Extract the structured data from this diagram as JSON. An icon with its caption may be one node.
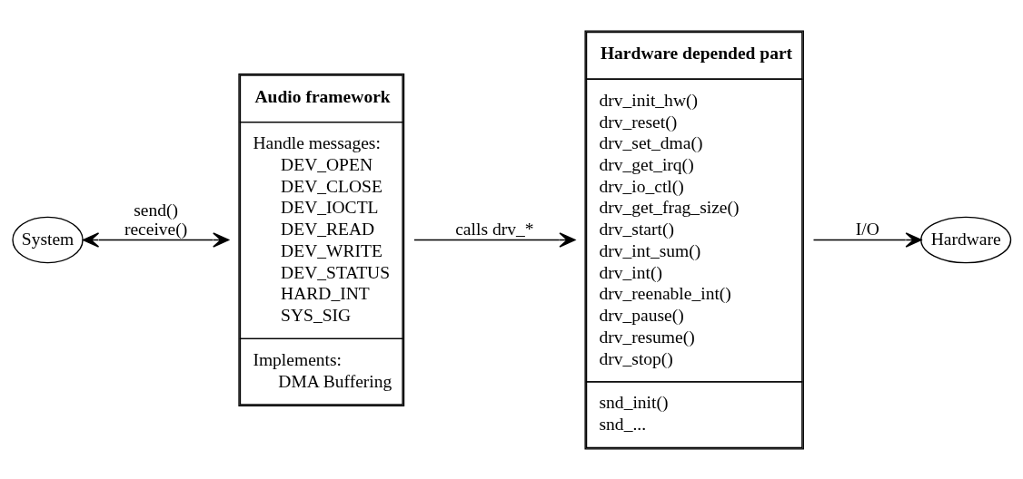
{
  "diagram": {
    "nodes": [
      {
        "text": [
          "System"
        ]
      },
      {
        "text": [
          "Audio framework",
          "Handle messages:",
          "DEV_OPEN",
          "DEV_CLOSE",
          "DEV_IOCTL",
          "DEV_READ",
          "DEV_WRITE",
          "DEV_STATUS",
          "HARD_INT",
          "SYS_SIG",
          "Implements:",
          "DMA Buffering"
        ]
      },
      {
        "text": [
          "Hardware depended part",
          "drv_init_hw()",
          "drv_reset()",
          "drv_set_dma()",
          "drv_get_irq()",
          "drv_io_ctl()",
          "drv_get_frag_size()",
          "drv_start()",
          "drv_int_sum()",
          "drv_int()",
          "drv_reenable_int()",
          "drv_pause()",
          "drv_resume()",
          "drv_stop()",
          "snd_init()",
          "snd_..."
        ]
      },
      {
        "text": [
          "Hardware"
        ]
      }
    ],
    "edges": [
      {
        "from": 0,
        "to": 1,
        "arrow": "both",
        "label": "send() receive()"
      },
      {
        "from": 1,
        "to": 2,
        "arrow": "to",
        "label": "calls drv_*"
      },
      {
        "from": 2,
        "to": 3,
        "arrow": "to",
        "label": "I/O"
      }
    ]
  }
}
